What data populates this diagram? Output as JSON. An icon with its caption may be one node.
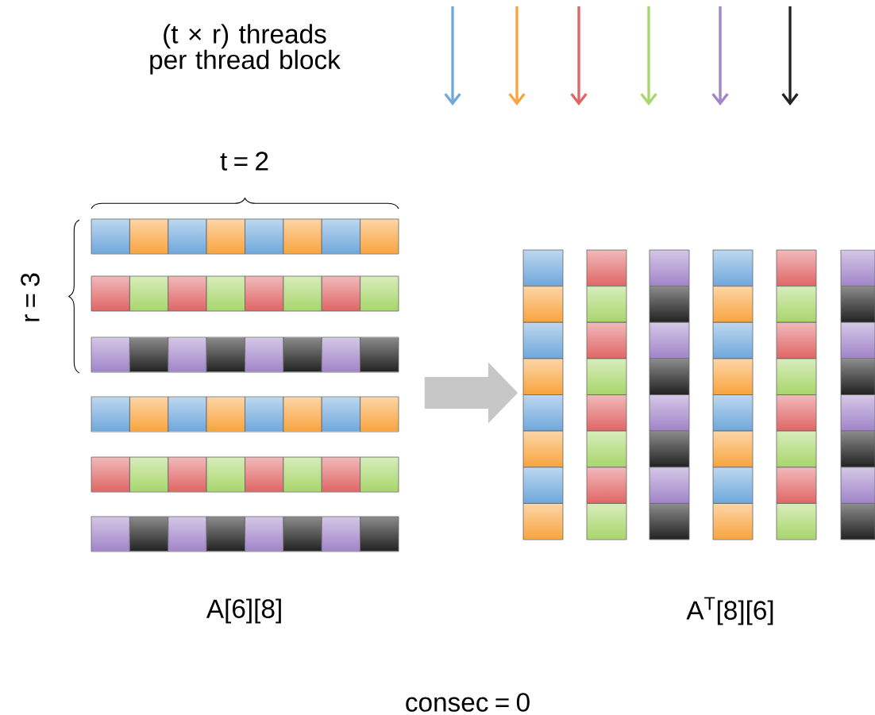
{
  "diagram": {
    "nodes": [
      {
        "text": [],
        "shape": "box",
        "beside": [
          "A[6][8]"
        ]
      },
      {
        "text": [],
        "shape": "box",
        "beside": [
          "A$^{T}$[8][6]"
        ]
      }
    ],
    "edges": [
      {
        "from": 0,
        "to": 1,
        "arrow": "to"
      }
    ],
    "labels": [
      "(t × r) threads per thread block",
      "t = 2",
      "r = 3",
      "consec = 0"
    ]
  }
}
